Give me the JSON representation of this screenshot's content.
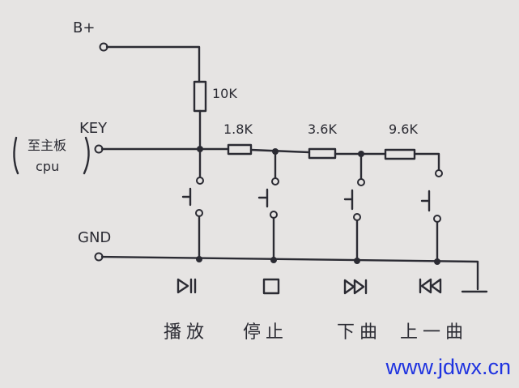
{
  "labels": {
    "supply": "B+",
    "key": "KEY",
    "cpu_note_top": "至主板",
    "cpu_note_bottom": "cpu",
    "gnd": "GND"
  },
  "resistors": {
    "pullup": "10K",
    "r1": "1.8K",
    "r2": "3.6K",
    "r3": "9.6K"
  },
  "buttons": [
    {
      "symbol": "▷||",
      "label": "播放"
    },
    {
      "symbol": "□",
      "label": "停止"
    },
    {
      "symbol": "▷▷|",
      "label": "下曲"
    },
    {
      "symbol": "|◁◁",
      "label": "上一曲"
    }
  ],
  "watermark": "www.jdwx.cn",
  "colors": {
    "ink": "#2b2b33",
    "paper": "#e6e4e3",
    "watermark": "#1f33e0"
  }
}
